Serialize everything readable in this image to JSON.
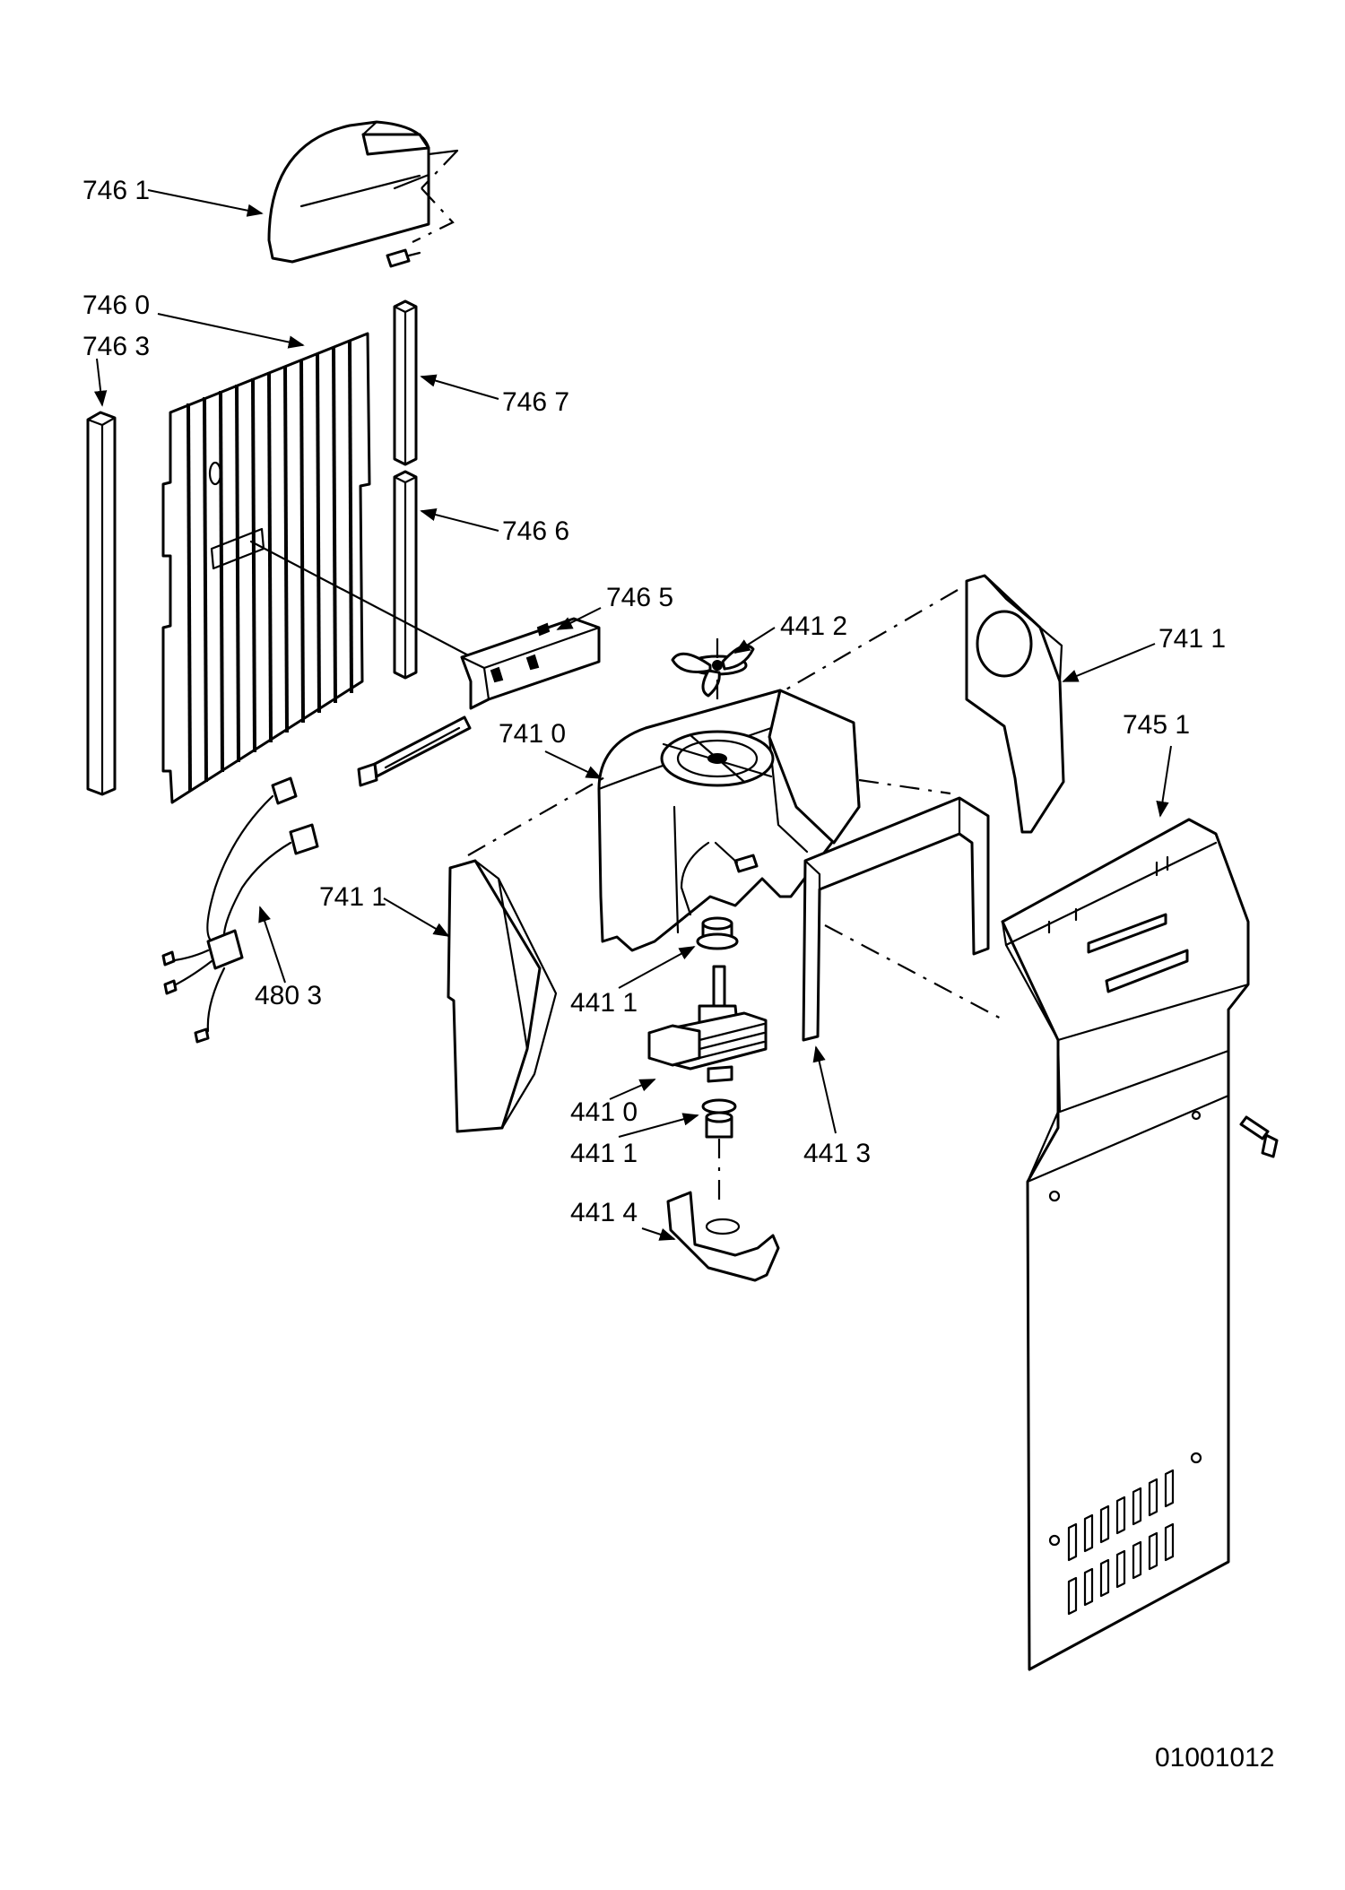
{
  "callouts": {
    "c7461": "746 1",
    "c7460": "746 0",
    "c7463": "746 3",
    "c7467": "746 7",
    "c7466": "746 6",
    "c7465": "746 5",
    "c4412": "441 2",
    "c7411_top": "741 1",
    "c7410": "741 0",
    "c7451": "745 1",
    "c7411_left": "741 1",
    "c4803": "480 3",
    "c4411_upper": "441 1",
    "c4410": "441 0",
    "c4411_lower": "441 1",
    "c4413": "441 3",
    "c4414": "441 4"
  },
  "drawing_number": "01001012"
}
